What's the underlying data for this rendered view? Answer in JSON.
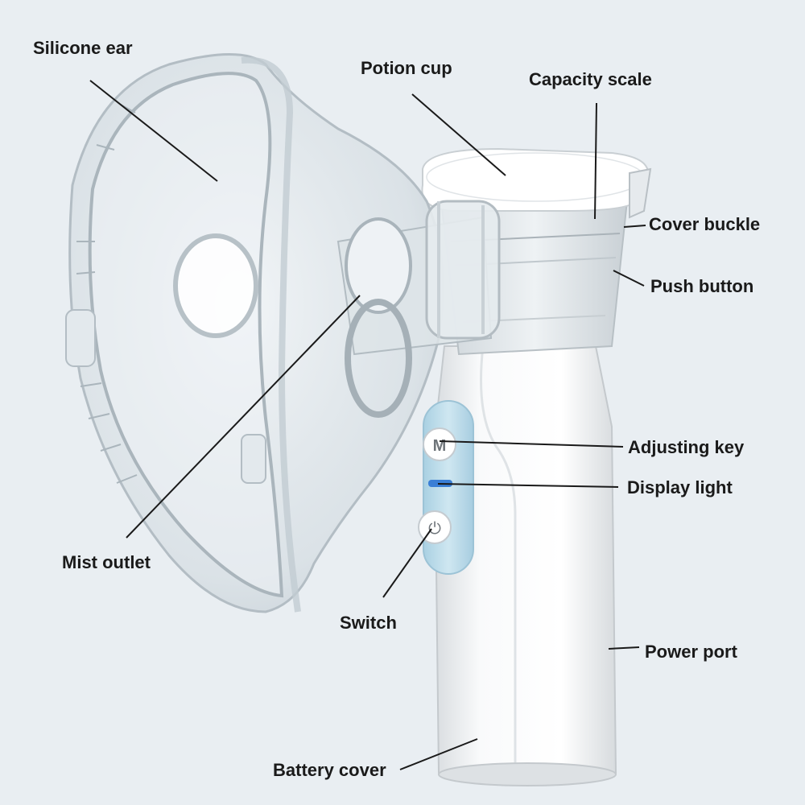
{
  "labels": {
    "silicone_ear": "Silicone ear",
    "potion_cup": "Potion cup",
    "capacity_scale": "Capacity scale",
    "cover_buckle": "Cover buckle",
    "push_button": "Push button",
    "adjusting_key": "Adjusting key",
    "display_light": "Display light",
    "mist_outlet": "Mist outlet",
    "switch": "Switch",
    "power_port": "Power port",
    "battery_cover": "Battery cover"
  },
  "device": {
    "mode_key_glyph": "M",
    "power_glyph": "⏻"
  },
  "colors": {
    "background": "#e9eef2",
    "body_white": "#f7f8f9",
    "panel_blue": "#bcdcea",
    "display_light": "#3a7fd6",
    "mask_clear": "#cfd8de",
    "leader_line": "#1a1a1a"
  }
}
